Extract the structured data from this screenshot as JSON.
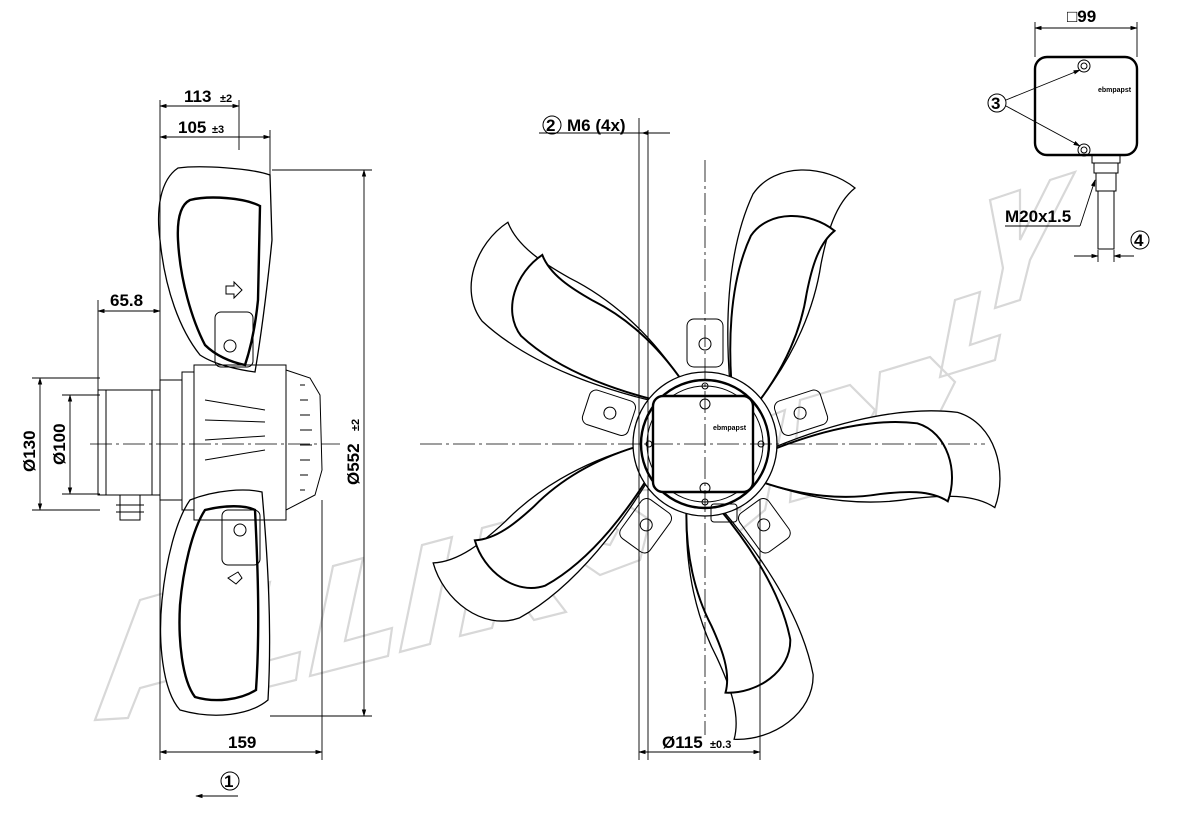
{
  "drawing": {
    "side_view": {
      "dim_113": "113",
      "tol_113": "±2",
      "dim_105": "105",
      "tol_105": "±3",
      "dim_65_8": "65.8",
      "dim_130": "Ø130",
      "dim_100": "Ø100",
      "dim_552": "Ø552",
      "tol_552": "±2",
      "dim_159": "159",
      "callout_1": "1"
    },
    "front_view": {
      "callout_2": "2",
      "thread_label": "M6 (4x)",
      "dim_115": "Ø115",
      "tol_115": "±0.3",
      "hub_logo": "ebmpapst"
    },
    "terminal_box": {
      "dim_99": "□99",
      "callout_3": "3",
      "callout_4": "4",
      "gland_label": "M20x1.5",
      "box_logo": "ebmpapst"
    },
    "watermark": "ALLIKSUPPLY"
  }
}
